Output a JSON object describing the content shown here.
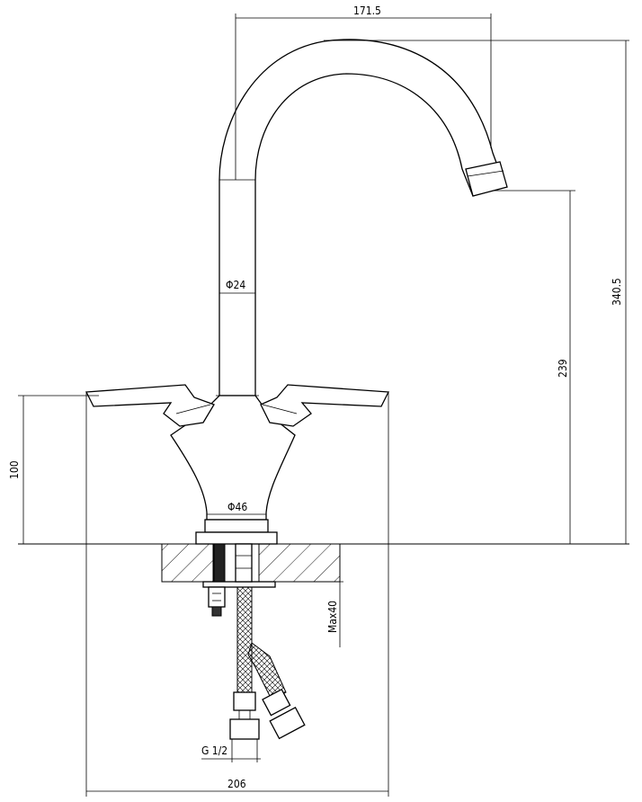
{
  "dimensions": {
    "spout_reach": "171.5",
    "total_height": "340.5",
    "spout_height": "239",
    "body_height": "100",
    "pipe_diameter": "Φ24",
    "base_diameter": "Φ46",
    "max_thickness": "Max40",
    "thread": "G 1/2",
    "body_width": "206"
  }
}
